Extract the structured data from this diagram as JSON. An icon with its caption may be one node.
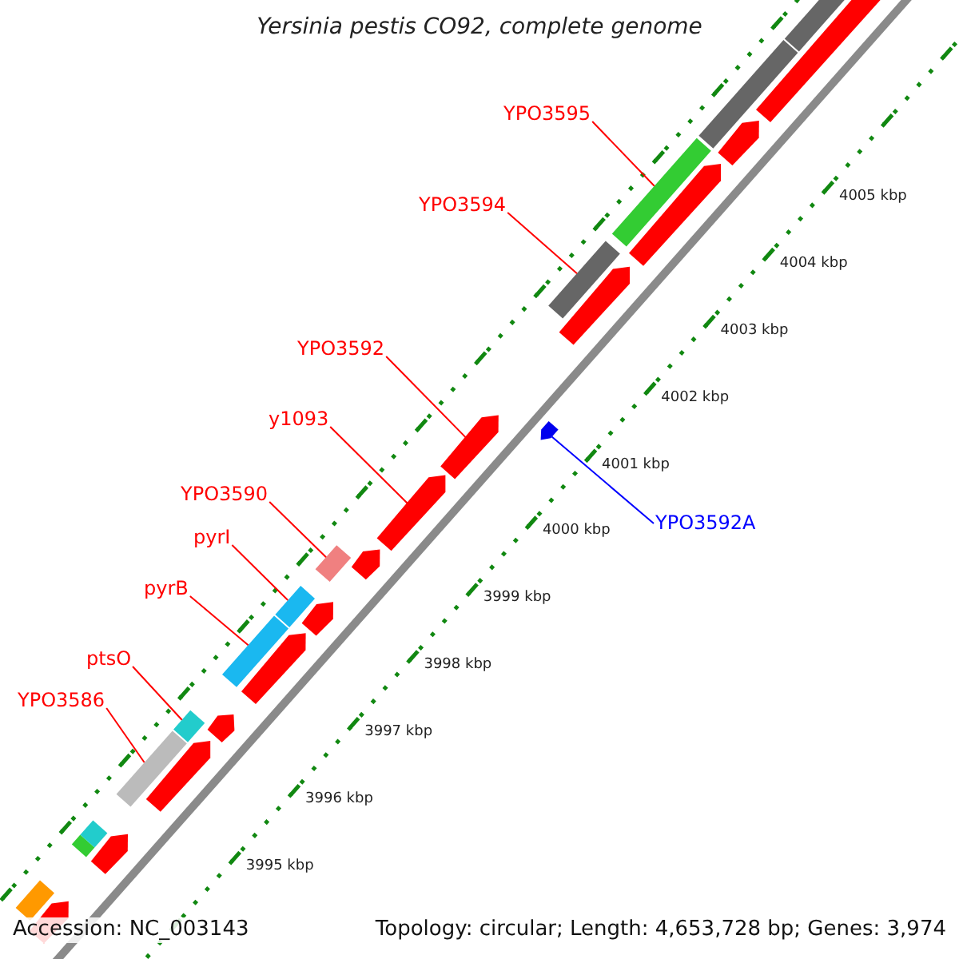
{
  "diagram": {
    "title": "Yersinia pestis CO92, complete genome",
    "nodes": [
      {
        "text": [
          "YPO3595"
        ]
      },
      {
        "text": [],
        "shape": "bar"
      },
      {
        "text": [
          "YPO3594"
        ]
      },
      {
        "text": [],
        "shape": "bar"
      },
      {
        "text": [
          "YPO3592"
        ]
      },
      {
        "text": [],
        "shape": "bar"
      },
      {
        "text": [
          "y1093"
        ]
      },
      {
        "text": [],
        "shape": "bar"
      },
      {
        "text": [
          "YPO3590"
        ]
      },
      {
        "text": [],
        "shape": "bar"
      },
      {
        "text": [
          "pyrI"
        ]
      },
      {
        "text": [],
        "shape": "bar"
      },
      {
        "text": [
          "pyrB"
        ]
      },
      {
        "text": [],
        "shape": "bar"
      },
      {
        "text": [
          "ptsO"
        ]
      },
      {
        "text": [],
        "shape": "bar"
      },
      {
        "text": [
          "YPO3586"
        ]
      },
      {
        "text": [],
        "shape": "bar"
      },
      {
        "text": [
          "YPO3592A"
        ]
      },
      {
        "text": [],
        "shape": "bar"
      }
    ],
    "edges": [
      {
        "from": 0,
        "to": 1,
        "arrow": "none"
      },
      {
        "from": 2,
        "to": 3,
        "arrow": "none"
      },
      {
        "from": 4,
        "to": 5,
        "arrow": "none"
      },
      {
        "from": 6,
        "to": 7,
        "arrow": "none"
      },
      {
        "from": 8,
        "to": 9,
        "arrow": "none"
      },
      {
        "from": 10,
        "to": 11,
        "arrow": "none"
      },
      {
        "from": 12,
        "to": 13,
        "arrow": "none"
      },
      {
        "from": 14,
        "to": 15,
        "arrow": "none"
      },
      {
        "from": 16,
        "to": 17,
        "arrow": "none"
      },
      {
        "from": 18,
        "to": 19,
        "arrow": "none",
        "color": "#0000ff"
      }
    ],
    "labels": [
      "4005 kbp",
      "4004 kbp",
      "4003 kbp",
      "4002 kbp",
      "4001 kbp",
      "4000 kbp",
      "3999 kbp",
      "3998 kbp",
      "3997 kbp",
      "3996 kbp",
      "3995 kbp",
      "Accession: NC_003143",
      "Topology: circular; Length: 4,653,728 bp; Genes: 3,974"
    ]
  }
}
